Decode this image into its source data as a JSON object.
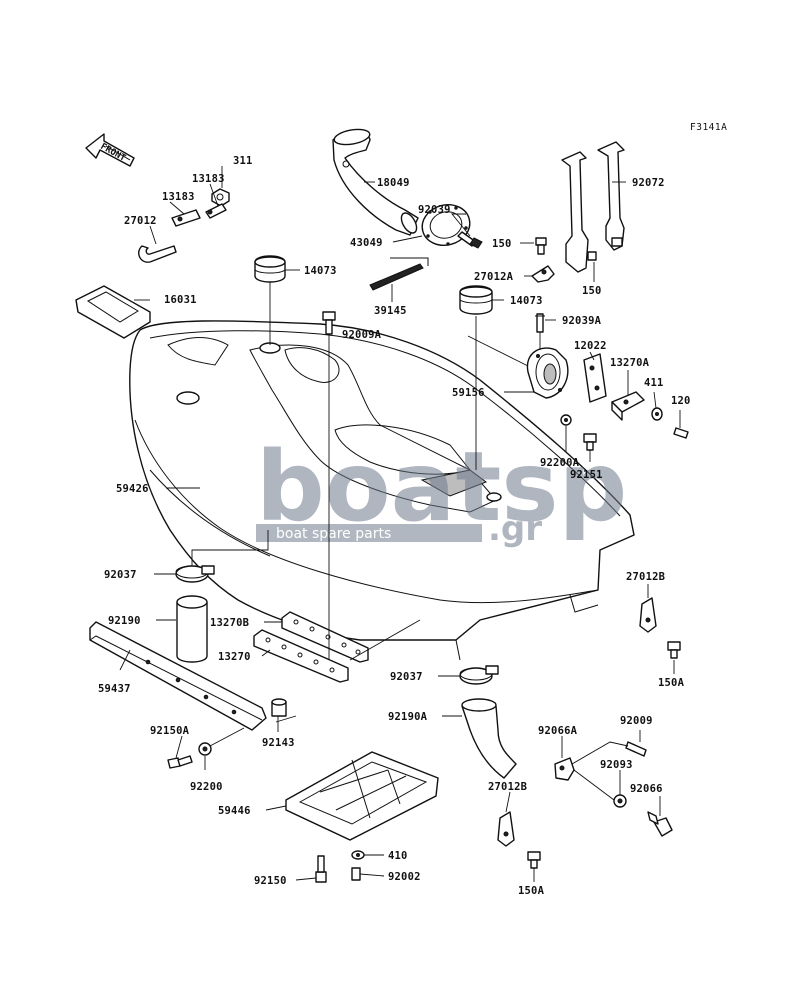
{
  "figure_ref": "F3141A",
  "front_label": "FRONT",
  "watermark": {
    "brand": "boatsp",
    "suffix": ".gr",
    "tagline": "boat spare parts",
    "color": "#6f7b8e"
  },
  "callouts": {
    "c311": "311",
    "c13183a": "13183",
    "c13183b": "13183",
    "c27012": "27012",
    "c16031": "16031",
    "c14073a": "14073",
    "c18049": "18049",
    "c92039": "92039",
    "c43049": "43049",
    "c150a": "150",
    "c27012A": "27012A",
    "c92072": "92072",
    "c150b": "150",
    "c14073b": "14073",
    "c39145": "39145",
    "c92009A": "92009A",
    "c92039A": "92039A",
    "c12022": "12022",
    "c13270A": "13270A",
    "c411": "411",
    "c120": "120",
    "c59156": "59156",
    "c92200A": "92200A",
    "c92151": "92151",
    "c59426": "59426",
    "c92037a": "92037",
    "c27012B_a": "27012B",
    "c92190": "92190",
    "c13270B": "13270B",
    "c13270": "13270",
    "c59437": "59437",
    "c150A_a": "150A",
    "c92037b": "92037",
    "c92190A": "92190A",
    "c92143": "92143",
    "c92150A": "92150A",
    "c92200": "92200",
    "c92066A": "92066A",
    "c92009": "92009",
    "c92093": "92093",
    "c92066": "92066",
    "c27012B_b": "27012B",
    "c59446": "59446",
    "c410": "410",
    "c92150": "92150",
    "c92002": "92002",
    "c150A_b": "150A"
  }
}
